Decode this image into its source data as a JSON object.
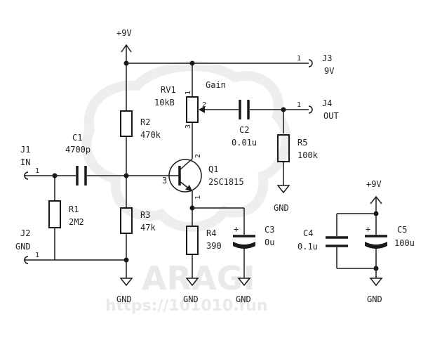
{
  "watermark": {
    "brand": "ARAGI",
    "url": "https://101010.fun"
  },
  "power": {
    "top": "+9V",
    "right": "+9V"
  },
  "gnd": {
    "r1": "GND",
    "r4": "GND",
    "c3": "GND",
    "j2": "GND",
    "c45": "GND",
    "r5": "GND"
  },
  "connectors": {
    "j1": {
      "ref": "J1",
      "name": "IN",
      "pin": "1"
    },
    "j2": {
      "ref": "J2",
      "name": "GND",
      "pin": "1"
    },
    "j3": {
      "ref": "J3",
      "name": "9V",
      "pin": "1"
    },
    "j4": {
      "ref": "J4",
      "name": "OUT",
      "pin": "1"
    }
  },
  "components": {
    "c1": {
      "ref": "C1",
      "value": "4700p"
    },
    "r1": {
      "ref": "R1",
      "value": "2M2"
    },
    "r2": {
      "ref": "R2",
      "value": "470k"
    },
    "r3": {
      "ref": "R3",
      "value": "47k"
    },
    "rv1": {
      "ref": "RV1",
      "value": "10kB",
      "label": "Gain",
      "pin1": "1",
      "pin2": "2",
      "pin3": "3"
    },
    "c2": {
      "ref": "C2",
      "value": "0.01u"
    },
    "r5": {
      "ref": "R5",
      "value": "100k"
    },
    "q1": {
      "ref": "Q1",
      "value": "2SC1815",
      "pin1": "1",
      "pin2": "2",
      "pin3": "3"
    },
    "r4": {
      "ref": "R4",
      "value": "390"
    },
    "c3": {
      "ref": "C3",
      "value": "0u",
      "polarity": "+"
    },
    "c4": {
      "ref": "C4",
      "value": "0.1u"
    },
    "c5": {
      "ref": "C5",
      "value": "100u",
      "polarity": "+"
    }
  },
  "colors": {
    "ink": "#1a1a1a",
    "watermark": "#e9e9e9",
    "background": "#ffffff"
  }
}
